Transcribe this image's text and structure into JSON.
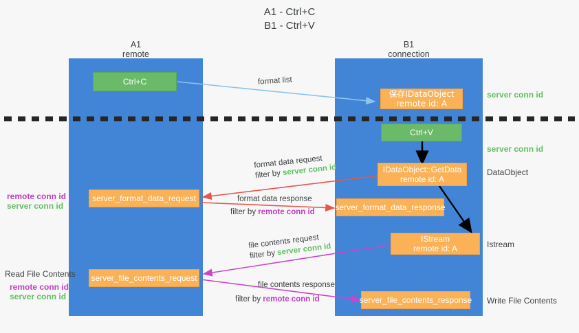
{
  "title": "A1 - Ctrl+C\nB1 - Ctrl+V",
  "lanes": [
    {
      "id": "a1",
      "title": "A1\nremote"
    },
    {
      "id": "b1",
      "title": "B1\nconnection"
    }
  ],
  "boxes": {
    "ctrl_c": "Ctrl+C",
    "save_idataobject": "保存IDataObject\nremote id: A",
    "ctrl_v": "Ctrl+V",
    "getdata": "IDataObject::GetData\nremote id: A",
    "server_format_data_request": "server_format_data_request",
    "server_format_data_response": "server_format_data_response",
    "istream": "IStream\nremote id: A",
    "server_file_contents_request": "server_file_contents_request",
    "server_file_contents_response": "server_file_contents_response"
  },
  "right_labels": {
    "server_conn_id_top": "server conn id",
    "server_conn_id_mid": "server conn id",
    "dataobject": "DataObject",
    "istream": "Istream",
    "write_file_contents": "Write File Contents"
  },
  "left_labels": {
    "format_remote": "remote conn id",
    "format_server": "server conn id",
    "read_file_contents": "Read File Contents",
    "file_remote": "remote conn id",
    "file_server": "server conn id"
  },
  "edges": {
    "format_list": "format list",
    "format_data_request": "format data request",
    "format_data_request_filter_pre": "filter by ",
    "format_data_request_filter_key": "server conn id",
    "format_data_response": "format data response",
    "format_data_response_filter_pre": "filter by ",
    "format_data_response_filter_key": "remote conn id",
    "file_contents_request": "file contents request",
    "file_contents_request_filter_pre": "filter by ",
    "file_contents_request_filter_key": "server conn id",
    "file_contents_response": "file contents response",
    "file_contents_response_filter_pre": "filter by ",
    "file_contents_response_filter_key": "remote conn id"
  },
  "colors": {
    "lane": "#4285d6",
    "green_box": "#6aba6a",
    "orange_box": "#fbb155",
    "green_text": "#63be63",
    "purple_text": "#c13fc1",
    "red_arrow": "#e8564a",
    "magenta_arrow": "#cc44cc",
    "blue_arrow": "#8cc3ef",
    "black_arrow": "#000000"
  }
}
